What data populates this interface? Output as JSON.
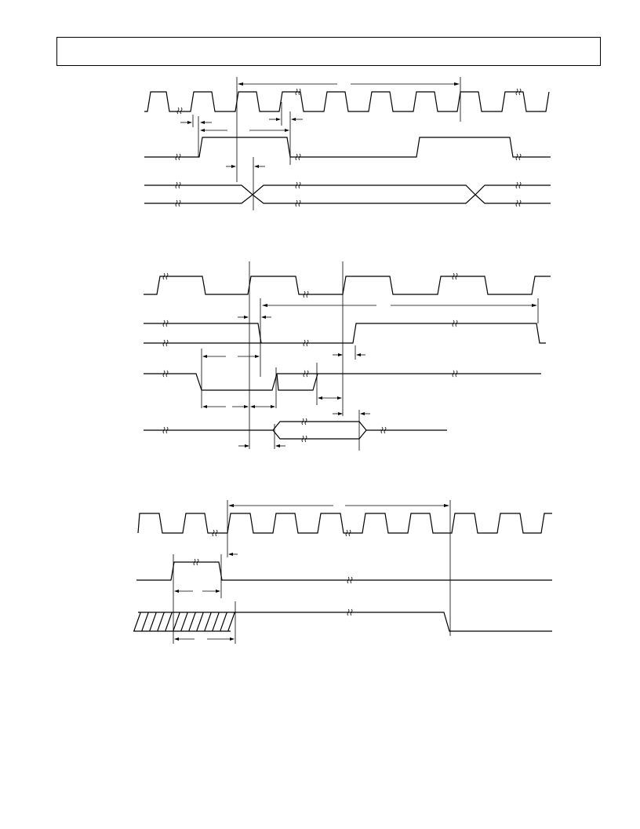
{
  "header": {
    "text": ""
  },
  "diagrams": [
    {
      "id": "timing-diagram-1"
    },
    {
      "id": "timing-diagram-2"
    },
    {
      "id": "timing-diagram-3"
    }
  ],
  "colors": {
    "line": "#000000",
    "background": "#ffffff"
  },
  "icons": [
    "break-symbol",
    "arrow-head"
  ]
}
